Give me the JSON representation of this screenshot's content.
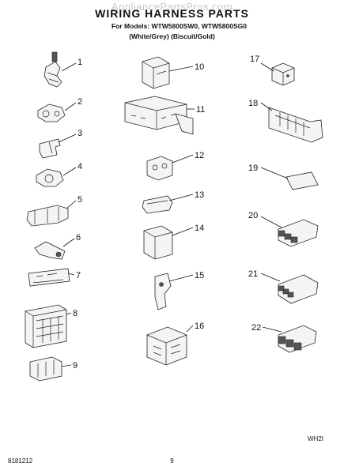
{
  "watermark": "AppliancePartsPros.com",
  "title": "WIRING HARNESS PARTS",
  "models_line": "For Models: WTW5800SW0, WTW5800SG0",
  "variants_line": "(White/Grey)   (Biscuit/Gold)",
  "corner_code_right": "WH2I",
  "doc_number": "8181212",
  "page_number": "9",
  "callouts": [
    "1",
    "2",
    "3",
    "4",
    "5",
    "6",
    "7",
    "8",
    "9",
    "10",
    "11",
    "12",
    "13",
    "14",
    "15",
    "16",
    "17",
    "18",
    "19",
    "20",
    "21",
    "22"
  ]
}
